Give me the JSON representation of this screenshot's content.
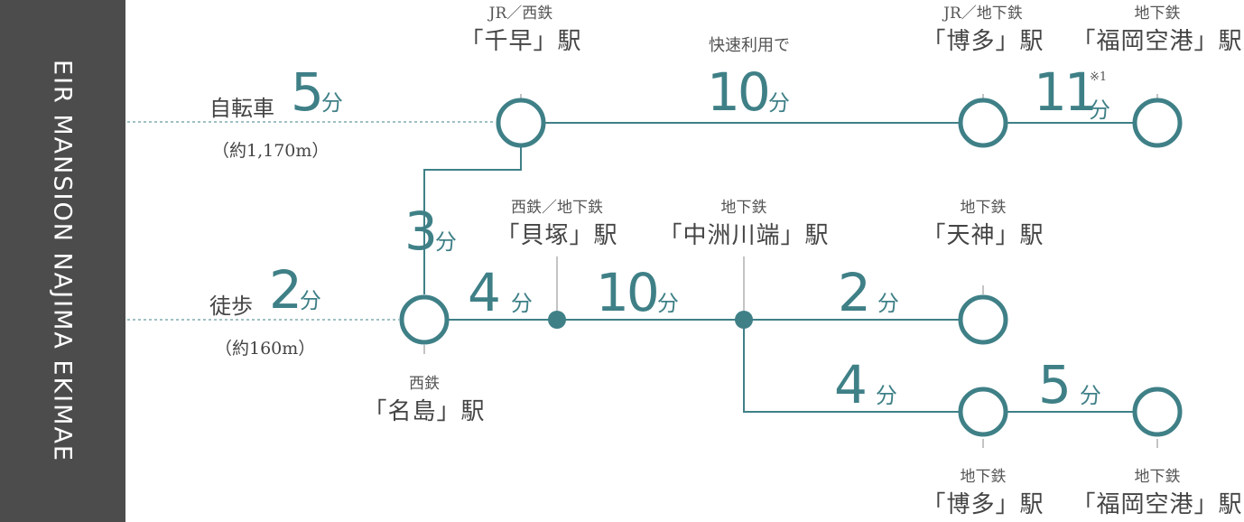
{
  "sidebar": {
    "title": "EIR MANSION NAJIMA EKIMAE"
  },
  "colors": {
    "line": "#3f8087",
    "dash": "#3f8087",
    "sidebar_bg": "#4c4c4c",
    "text": "#444444"
  },
  "access": {
    "bicycle": {
      "mode": "自転車",
      "minutes": "5",
      "unit": "分",
      "distance": "（約1,170m）"
    },
    "walk": {
      "mode": "徒歩",
      "minutes": "2",
      "unit": "分",
      "distance": "（約160m）"
    }
  },
  "stations": {
    "chihaya": {
      "line": "JR／西鉄",
      "name": "「千早」駅"
    },
    "hakata_top": {
      "line": "JR／地下鉄",
      "name": "「博多」駅"
    },
    "airport_top": {
      "line": "地下鉄",
      "name": "「福岡空港」駅"
    },
    "kaizuka": {
      "line": "西鉄／地下鉄",
      "name": "「貝塚」駅"
    },
    "nakasu": {
      "line": "地下鉄",
      "name": "「中洲川端」駅"
    },
    "tenjin": {
      "line": "地下鉄",
      "name": "「天神」駅"
    },
    "najima": {
      "line": "西鉄",
      "name": "「名島」駅"
    },
    "hakata_bottom": {
      "line": "地下鉄",
      "name": "「博多」駅"
    },
    "airport_bottom": {
      "line": "地下鉄",
      "name": "「福岡空港」駅"
    }
  },
  "segments": {
    "rapid_note": "快速利用で",
    "chihaya_hakata": {
      "minutes": "10",
      "unit": "分"
    },
    "hakata_airport": {
      "minutes": "11",
      "unit": "分",
      "note": "※1"
    },
    "najima_chihaya": {
      "minutes": "3",
      "unit": "分"
    },
    "najima_kaizuka": {
      "minutes": "4",
      "unit": "分"
    },
    "kaizuka_nakasu": {
      "minutes": "10",
      "unit": "分"
    },
    "nakasu_tenjin": {
      "minutes": "2",
      "unit": "分"
    },
    "nakasu_hakata": {
      "minutes": "4",
      "unit": "分"
    },
    "hakata_airport_bottom": {
      "minutes": "5",
      "unit": "分"
    }
  }
}
